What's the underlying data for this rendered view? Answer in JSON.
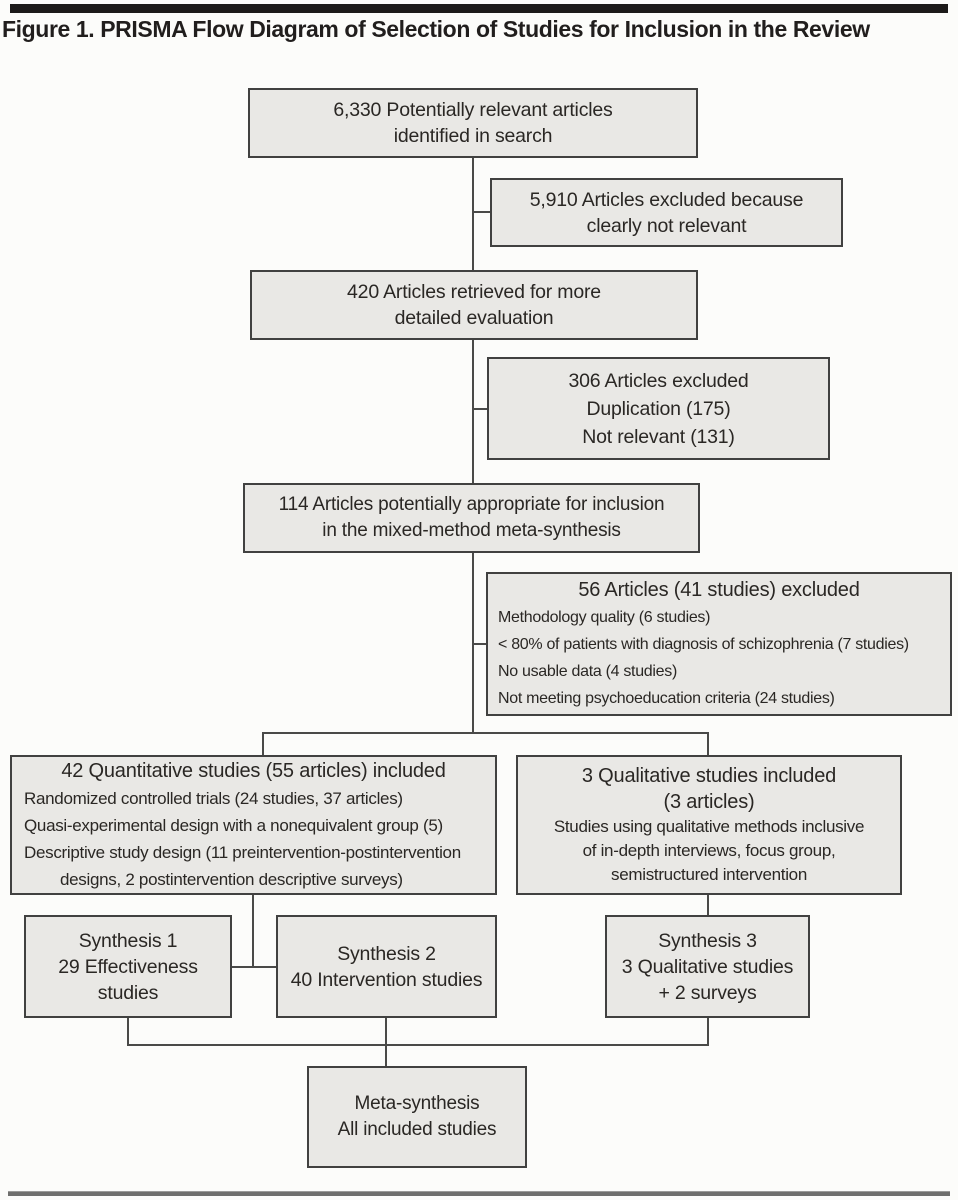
{
  "figure": {
    "title": "Figure 1. PRISMA Flow Diagram of Selection of Studies for Inclusion in the Review"
  },
  "colors": {
    "box_fill": "#e9e8e5",
    "box_border": "#414140",
    "connector_line": "#4a4a48",
    "top_bar": "#1c1a19",
    "bottom_rule": "#6f6f6d",
    "text": "#2a2724"
  },
  "boxes": {
    "identified": {
      "line1": "6,330 Potentially relevant articles",
      "line2": "identified in search"
    },
    "excluded_not_relevant": {
      "line1": "5,910 Articles excluded because",
      "line2": "clearly not relevant"
    },
    "retrieved": {
      "line1": "420 Articles retrieved for more",
      "line2": "detailed evaluation"
    },
    "excluded_duplication": {
      "title": "306 Articles excluded",
      "items": [
        "Duplication (175)",
        "Not relevant (131)"
      ]
    },
    "appropriate": {
      "line1": "114 Articles potentially appropriate for inclusion",
      "line2": "in the mixed-method meta-synthesis"
    },
    "excluded_criteria": {
      "title": "56 Articles (41 studies) excluded",
      "items": [
        "Methodology quality (6 studies)",
        "< 80% of patients with diagnosis of schizophrenia (7 studies)",
        "No usable data (4 studies)",
        "Not meeting psychoeducation criteria (24 studies)"
      ]
    },
    "quantitative": {
      "title": "42 Quantitative studies (55 articles) included",
      "items": [
        "Randomized controlled trials (24 studies, 37 articles)",
        "Quasi-experimental design with a nonequivalent group (5)",
        "Descriptive study design (11 preintervention-postintervention",
        "designs, 2 postintervention descriptive surveys)"
      ]
    },
    "qualitative": {
      "title_line1": "3 Qualitative studies included",
      "title_line2": "(3 articles)",
      "desc_lines": [
        "Studies using qualitative methods inclusive",
        "of in-depth interviews, focus group,",
        "semistructured intervention"
      ]
    },
    "synthesis1": {
      "lines": [
        "Synthesis 1",
        "29 Effectiveness",
        "studies"
      ]
    },
    "synthesis2": {
      "lines": [
        "Synthesis 2",
        "40 Intervention studies"
      ]
    },
    "synthesis3": {
      "lines": [
        "Synthesis 3",
        "3 Qualitative studies",
        "+ 2 surveys"
      ]
    },
    "meta_synthesis": {
      "lines": [
        "Meta-synthesis",
        "All included studies"
      ]
    }
  }
}
